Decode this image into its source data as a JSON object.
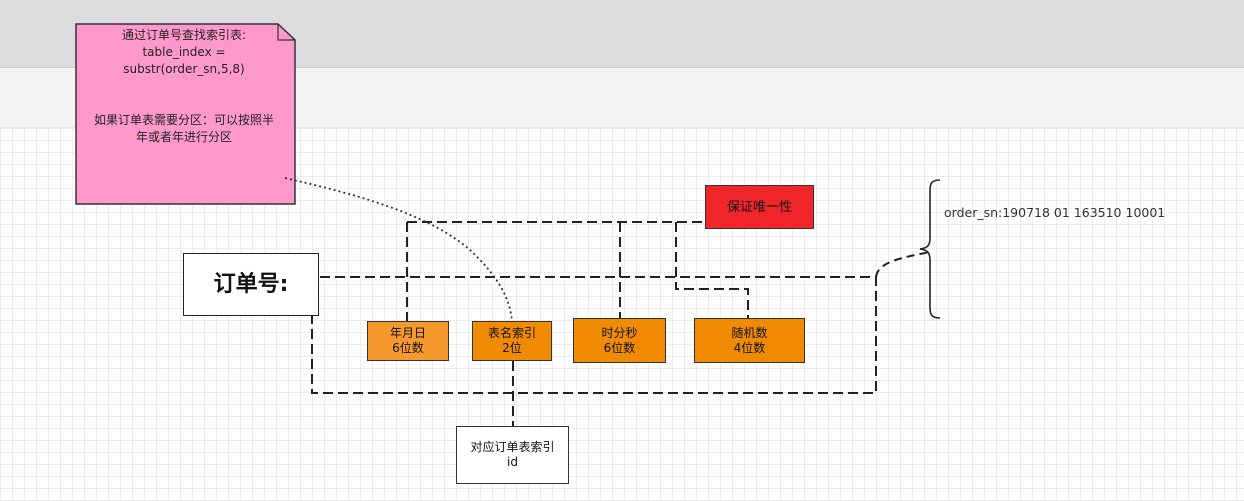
{
  "note": {
    "line1": "通过订单号查找索引表:",
    "line2": "table_index =",
    "line3": "substr(order_sn,5,8)",
    "line4": "如果订单表需要分区：可以按照半",
    "line5": "年或者年进行分区"
  },
  "title": "订单号:",
  "segments": {
    "ymd": {
      "line1": "年月日",
      "line2": "6位数"
    },
    "tbl": {
      "line1": "表名索引",
      "line2": "2位"
    },
    "hms": {
      "line1": "时分秒",
      "line2": "6位数"
    },
    "rnd": {
      "line1": "随机数",
      "line2": "4位数"
    }
  },
  "unique": "保证唯一性",
  "index_box": {
    "line1": "对应订单表索引",
    "line2": "id"
  },
  "order_sn": "order_sn:190718 01 163510 10001",
  "colors": {
    "note_fill": "#ff99cc",
    "segment_fill": "#f08a00",
    "segment_fill_light": "#f79a2e",
    "unique_fill": "#f0262a"
  }
}
